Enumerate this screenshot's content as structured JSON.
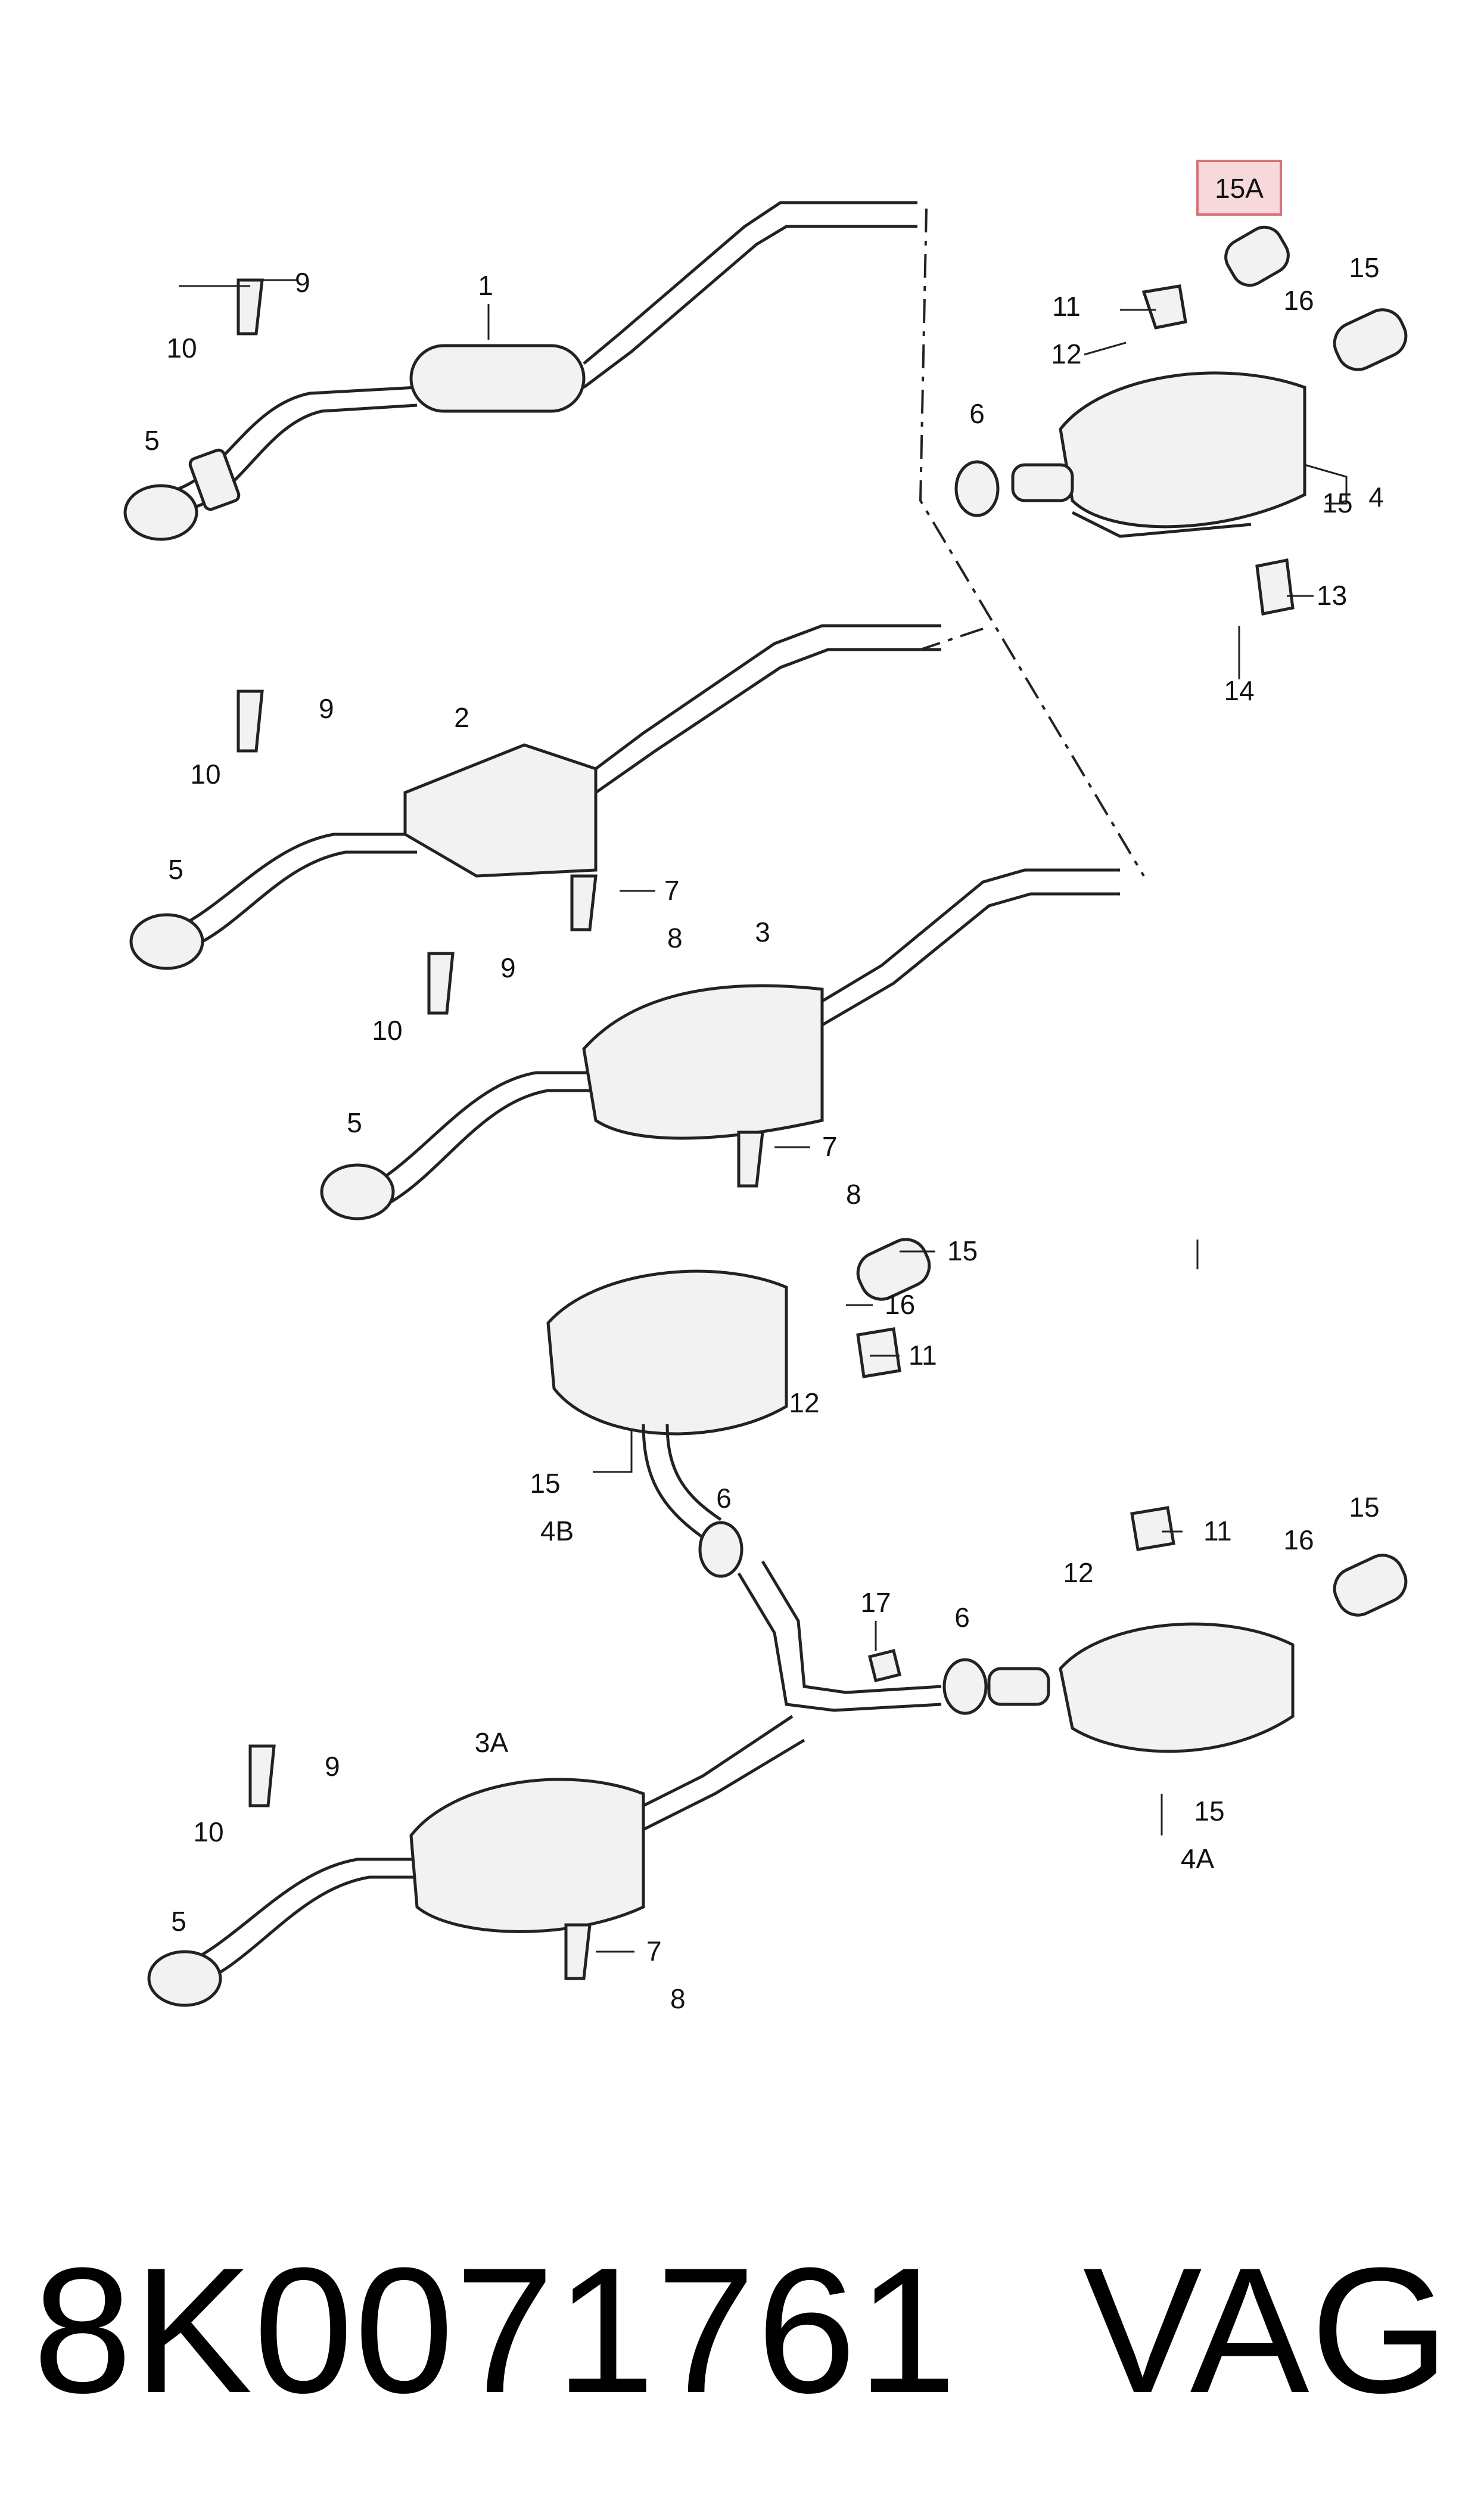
{
  "diagram": {
    "highlighted_label": "15A",
    "labels": [
      "1",
      "2",
      "3",
      "3A",
      "4",
      "4A",
      "4B",
      "5",
      "6",
      "7",
      "8",
      "9",
      "10",
      "11",
      "12",
      "13",
      "14",
      "15",
      "16",
      "17"
    ]
  },
  "footer": {
    "part_number": "8K0071761",
    "brand": "VAG"
  },
  "colors": {
    "highlight_fill": "#f7d9db",
    "highlight_border": "#d9707a",
    "line": "#222222"
  }
}
